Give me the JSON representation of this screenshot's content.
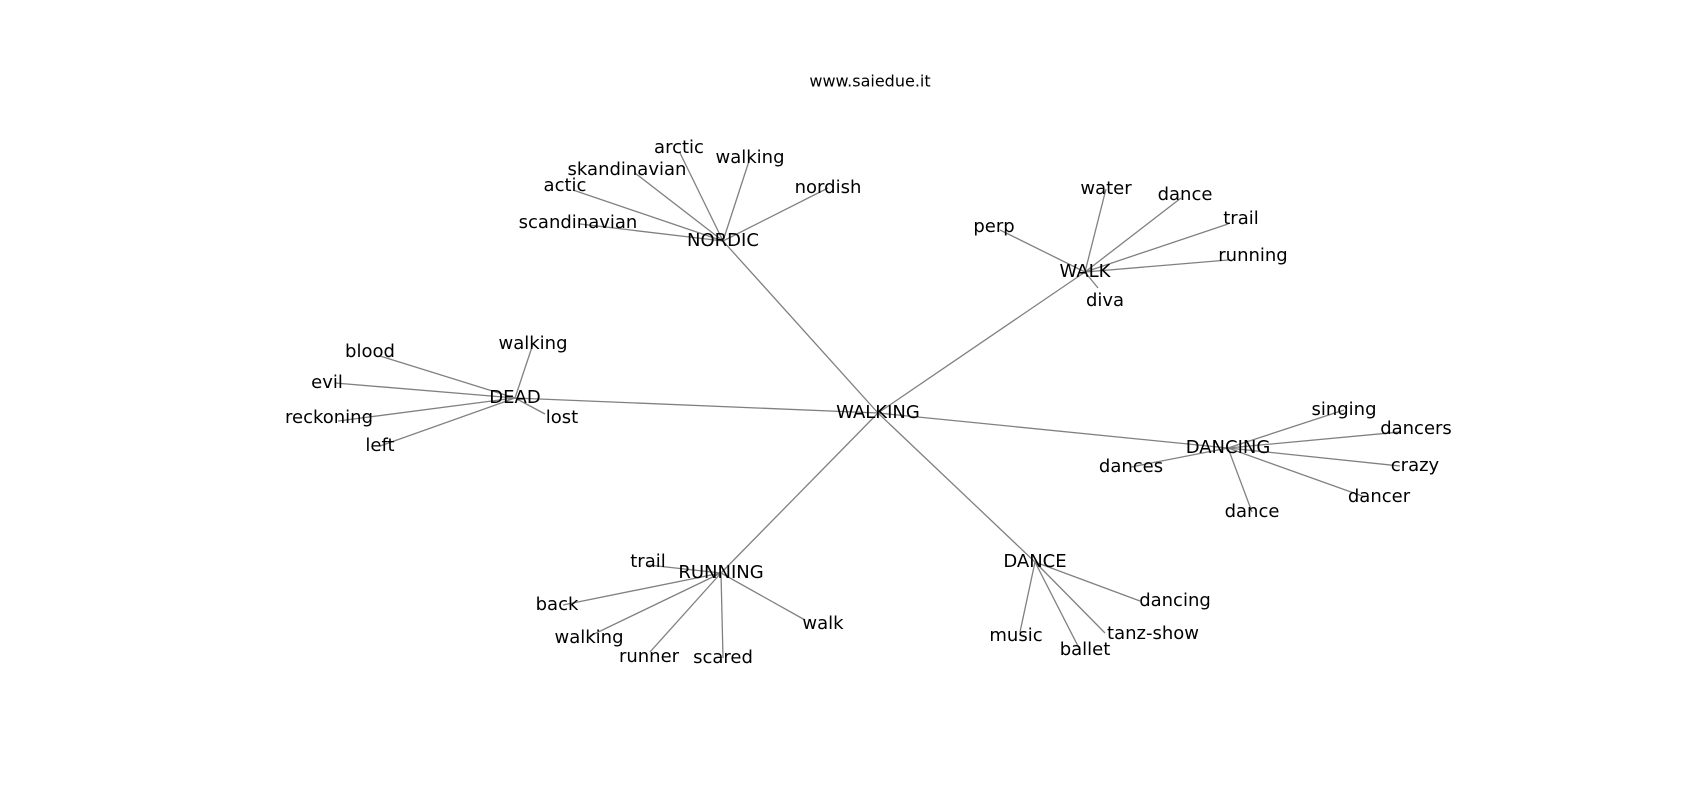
{
  "watermark": "www.saiedue.it",
  "graph": {
    "root": "WALKING",
    "edge_color": "#808080",
    "clusters": [
      {
        "hub": "NORDIC",
        "leaves": [
          "arctic",
          "walking",
          "skandinavian",
          "actic",
          "scandinavian",
          "nordish"
        ]
      },
      {
        "hub": "WALK",
        "leaves": [
          "water",
          "dance",
          "trail",
          "perp",
          "running",
          "diva"
        ]
      },
      {
        "hub": "DEAD",
        "leaves": [
          "walking",
          "blood",
          "evil",
          "reckoning",
          "left",
          "lost"
        ]
      },
      {
        "hub": "DANCING",
        "leaves": [
          "singing",
          "dancers",
          "crazy",
          "dancer",
          "dance",
          "dances"
        ]
      },
      {
        "hub": "RUNNING",
        "leaves": [
          "trail",
          "back",
          "walking",
          "runner",
          "scared",
          "walk"
        ]
      },
      {
        "hub": "DANCE",
        "leaves": [
          "dancing",
          "tanz-show",
          "ballet",
          "music"
        ]
      }
    ]
  }
}
